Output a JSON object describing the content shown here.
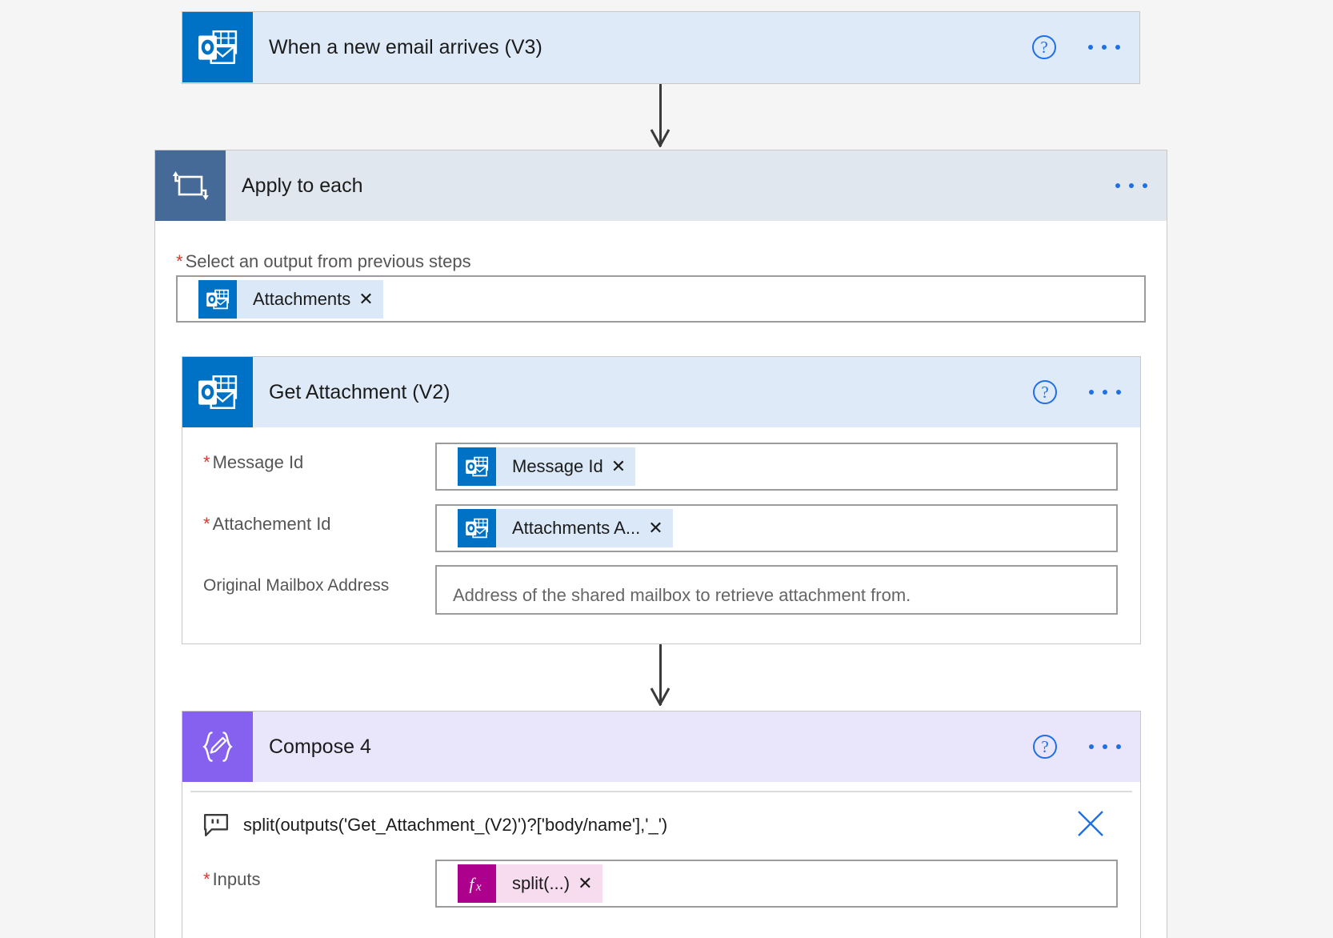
{
  "flow": {
    "trigger": {
      "title": "When a new email arrives (V3)",
      "icon": "outlook-icon",
      "help_icon": "help-icon",
      "menu_icon": "more-options-icon"
    },
    "loop": {
      "title": "Apply to each",
      "icon": "loop-icon",
      "menu_icon": "more-options-icon",
      "output_field": {
        "required_marker": "*",
        "label": "Select an output from previous steps",
        "token": {
          "icon": "outlook-icon",
          "label": "Attachments",
          "remove": "✕"
        }
      },
      "actions": [
        {
          "title": "Get Attachment (V2)",
          "icon": "outlook-icon",
          "help_icon": "help-icon",
          "menu_icon": "more-options-icon",
          "params": [
            {
              "required_marker": "*",
              "name": "Message Id",
              "value_kind": "token",
              "token": {
                "icon": "outlook-icon",
                "label": "Message Id",
                "remove": "✕"
              }
            },
            {
              "required_marker": "*",
              "name": "Attachement Id",
              "value_kind": "token",
              "token": {
                "icon": "outlook-icon",
                "label": "Attachments A...",
                "remove": "✕"
              }
            },
            {
              "required_marker": "",
              "name": "Original Mailbox Address",
              "value_kind": "placeholder",
              "placeholder": "Address of the shared mailbox to retrieve attachment from."
            }
          ]
        },
        {
          "title": "Compose 4",
          "icon": "compose-icon",
          "help_icon": "help-icon",
          "menu_icon": "more-options-icon",
          "expression": {
            "icon": "expression-tooltip-icon",
            "text": "split(outputs('Get_Attachment_(V2)')?['body/name'],'_')",
            "close_icon": "close-icon"
          },
          "params": [
            {
              "required_marker": "*",
              "name": "Inputs",
              "value_kind": "token-fx",
              "token": {
                "icon": "fx-icon",
                "label": "split(...)",
                "remove": "✕"
              }
            }
          ]
        }
      ]
    }
  },
  "colors": {
    "outlook_blue": "#0072c6",
    "trigger_bg": "#deeaf7",
    "scope_header_bg": "#e1e7ef",
    "scope_icon_bg": "#456a97",
    "compose_purple": "#8661f0",
    "compose_bg": "#e9e5fb",
    "fx_magenta": "#ad008c",
    "accent_blue": "#1f6fe5",
    "required_red": "#d6392f",
    "canvas_bg": "#f5f5f5"
  }
}
